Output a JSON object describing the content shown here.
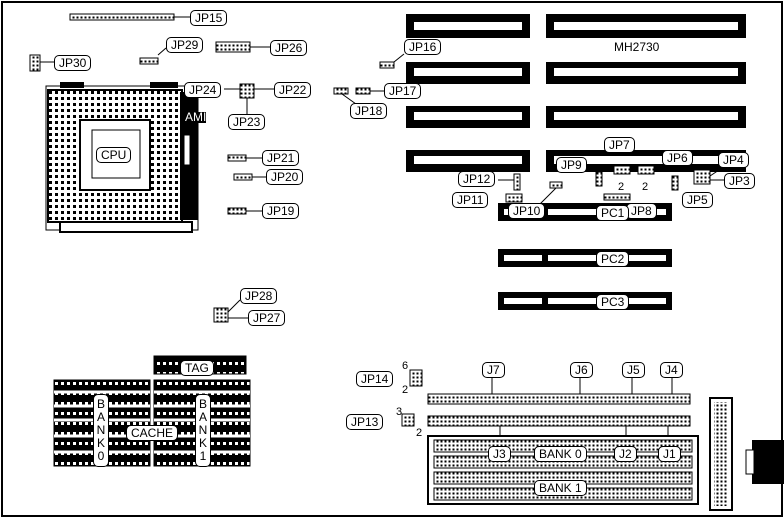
{
  "board": {
    "model": "MH2730",
    "cpu_label": "CPU",
    "bios_label": "AMI",
    "cache_label": "CACHE",
    "tag_label": "TAG",
    "bank0_label": "BANK0",
    "bank1_label": "BANK1"
  },
  "slots": {
    "pc1": "PC1",
    "pc2": "PC2",
    "pc3": "PC3",
    "mem_bank0": "BANK 0",
    "mem_bank1": "BANK 1"
  },
  "jumpers": {
    "jp1": "J1",
    "jp2": "J2",
    "jp3": "J3",
    "jp4": "J4",
    "jp5": "J5",
    "jp6": "J6",
    "jp7": "J7",
    "JP3": "JP3",
    "JP4": "JP4",
    "JP5": "JP5",
    "JP6": "JP6",
    "JP7": "JP7",
    "JP8": "JP8",
    "JP9": "JP9",
    "JP10": "JP10",
    "JP11": "JP11",
    "JP12": "JP12",
    "JP13": "JP13",
    "JP14": "JP14",
    "JP15": "JP15",
    "JP16": "JP16",
    "JP17": "JP17",
    "JP18": "JP18",
    "JP19": "JP19",
    "JP20": "JP20",
    "JP21": "JP21",
    "JP22": "JP22",
    "JP23": "JP23",
    "JP24": "JP24",
    "JP26": "JP26",
    "JP27": "JP27",
    "JP28": "JP28",
    "JP29": "JP29",
    "JP30": "JP30"
  },
  "pin_numbers": {
    "jp14_top": "6",
    "jp14_bot": "2",
    "jp13_top": "3",
    "jp13_bot": "2",
    "jp7_pin": "2",
    "jp6_pin": "2"
  }
}
